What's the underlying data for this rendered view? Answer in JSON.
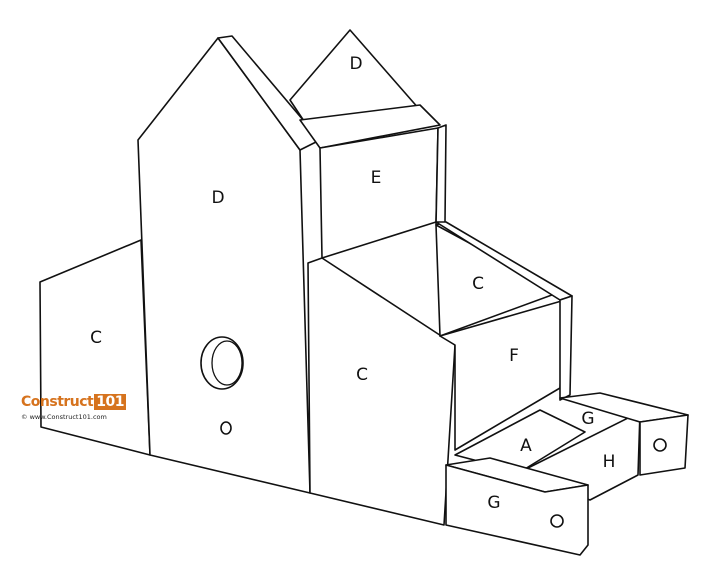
{
  "labels": {
    "left_side": "C",
    "front_tall": "D",
    "back_tall": "D",
    "upper_front": "E",
    "middle_front": "C",
    "step_top": "C",
    "step_front": "F",
    "base_a": "A",
    "base_h": "H",
    "rail_front": "G",
    "rail_back": "G"
  },
  "watermark": {
    "brand_prefix": "Construct",
    "brand_number": "101",
    "url": "© www.Construct101.com",
    "colors": {
      "prefix": "#d6731e",
      "number_bg": "#d6731e",
      "number_text": "#ffffff"
    }
  }
}
